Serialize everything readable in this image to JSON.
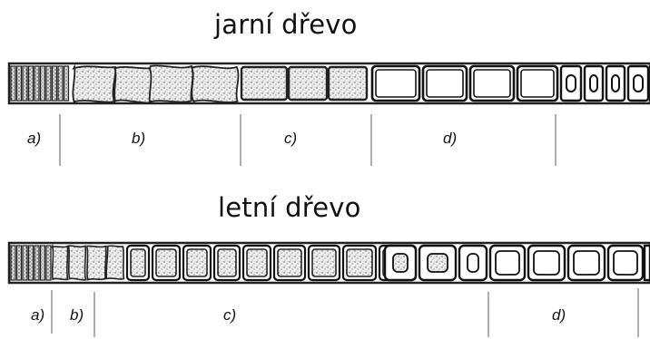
{
  "diagrams": [
    {
      "title": "jarní dřevo",
      "zones": [
        "a)",
        "b)",
        "c)",
        "d)"
      ]
    },
    {
      "title": "letní dřevo",
      "zones": [
        "a)",
        "b)",
        "c)",
        "d)"
      ]
    }
  ]
}
